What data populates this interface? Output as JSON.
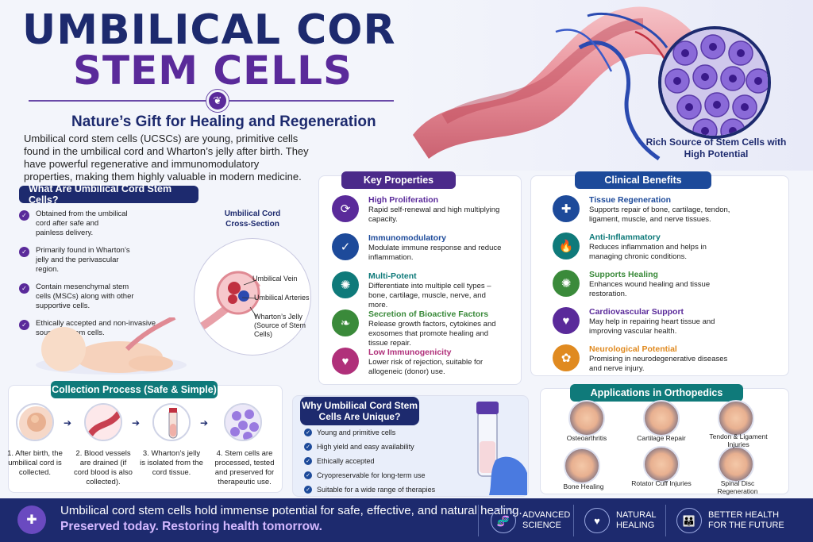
{
  "header": {
    "title_line1": "UMBILICAL CORD",
    "title_line2": "STEM CELLS",
    "subtitle": "Nature’s Gift for Healing and Regeneration",
    "intro": "Umbilical cord stem cells (UCSCs) are young, primitive cells found in the umbilical cord and Wharton’s jelly after birth. They have powerful regenerative and immunomodulatory properties, making them highly valuable in modern medicine."
  },
  "hero": {
    "rich_source": "Rich Source of Stem Cells with High Potential"
  },
  "what": {
    "heading": "What Are Umbilical Cord Stem Cells?",
    "items": [
      "Obtained from the umbilical cord after safe and painless delivery.",
      "Primarily found in Wharton’s jelly and the perivascular region.",
      "Contain mesenchymal stem cells (MSCs) along with other supportive cells.",
      "Ethically accepted and non-invasive source of stem cells."
    ]
  },
  "cross_section": {
    "title": "Umbilical Cord Cross-Section",
    "vein": "Umbilical Vein",
    "arteries": "Umbilical Arteries",
    "jelly": "Wharton’s Jelly (Source of Stem Cells)"
  },
  "key_properties": {
    "heading": "Key Properties",
    "items": [
      {
        "title": "High Proliferation",
        "desc": "Rapid self-renewal and high multiplying capacity.",
        "icon": "refresh-icon",
        "color": "#5a2a9a"
      },
      {
        "title": "Immunomodulatory",
        "desc": "Modulate immune response and reduce inflammation.",
        "icon": "shield-check-icon",
        "color": "#1d4a9a"
      },
      {
        "title": "Multi-Potent",
        "desc": "Differentiate into multiple cell types – bone, cartilage, muscle, nerve, and more.",
        "icon": "network-icon",
        "color": "#0f7a7a"
      },
      {
        "title": "Secretion of Bioactive Factors",
        "desc": "Release growth factors, cytokines and exosomes that promote healing and tissue repair.",
        "icon": "leaf-icon",
        "color": "#3a8a3a"
      },
      {
        "title": "Low Immunogenicity",
        "desc": "Lower risk of rejection, suitable for allogeneic (donor) use.",
        "icon": "shield-icon",
        "color": "#b0307a"
      }
    ]
  },
  "clinical_benefits": {
    "heading": "Clinical Benefits",
    "items": [
      {
        "title": "Tissue Regeneration",
        "desc": "Supports repair of bone, cartilage, tendon, ligament, muscle, and nerve tissues.",
        "icon": "joint-icon",
        "color": "#1d4a9a"
      },
      {
        "title": "Anti-Inflammatory",
        "desc": "Reduces inflammation and helps in managing chronic conditions.",
        "icon": "flame-icon",
        "color": "#0f7a7a"
      },
      {
        "title": "Supports Healing",
        "desc": "Enhances wound healing and tissue restoration.",
        "icon": "cells-icon",
        "color": "#3a8a3a"
      },
      {
        "title": "Cardiovascular Support",
        "desc": "May help in repairing heart tissue and improving vascular health.",
        "icon": "heart-hand-icon",
        "color": "#5a2a9a"
      },
      {
        "title": "Neurological Potential",
        "desc": "Promising in neurodegenerative diseases and nerve injury.",
        "icon": "brain-icon",
        "color": "#e08a20"
      }
    ]
  },
  "collection": {
    "heading": "Collection Process (Safe & Simple)",
    "steps": [
      "1. After birth, the umbilical cord is collected.",
      "2. Blood vessels are drained (if cord blood is also collected).",
      "3. Wharton’s jelly is isolated from the cord tissue.",
      "4. Stem cells are processed, tested and preserved for therapeutic use."
    ]
  },
  "why": {
    "heading": "Why Umbilical Cord Stem Cells Are Unique?",
    "items": [
      "Young and primitive cells",
      "High yield and easy availability",
      "Ethically accepted",
      "Cryopreservable for long-term use",
      "Suitable for a wide range of therapies"
    ]
  },
  "ortho": {
    "heading": "Applications in Orthopedics",
    "items": [
      "Osteoarthritis",
      "Cartilage Repair",
      "Tendon & Ligament Injuries",
      "Bone Healing",
      "Rotator Cuff Injuries",
      "Spinal Disc Regeneration"
    ]
  },
  "footer": {
    "line1": "Umbilical cord stem cells hold immense potential for safe, effective, and natural healing.",
    "line2": "Preserved today. Restoring health tomorrow.",
    "badges": [
      {
        "l1": "ADVANCED",
        "l2": "SCIENCE",
        "icon": "dna-icon"
      },
      {
        "l1": "NATURAL",
        "l2": "HEALING",
        "icon": "heart-hands-icon"
      },
      {
        "l1": "BETTER HEALTH",
        "l2": "FOR THE FUTURE",
        "icon": "people-icon"
      }
    ]
  }
}
